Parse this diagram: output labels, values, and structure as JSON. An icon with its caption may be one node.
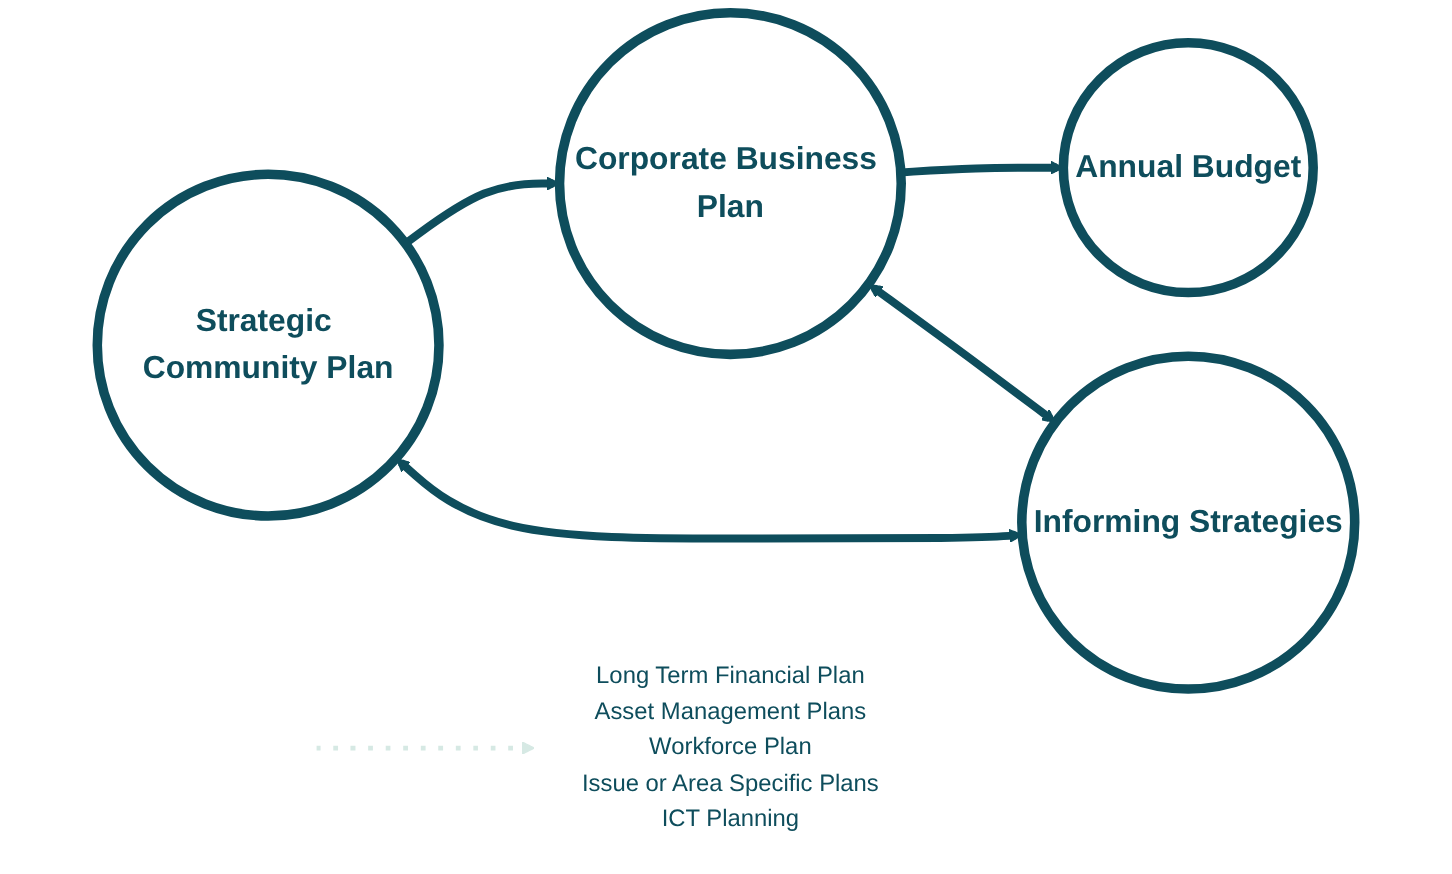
{
  "diagram": {
    "nodes": [
      {
        "text": [
          "Strategic Community Plan"
        ]
      },
      {
        "text": [
          "Corporate Business Plan"
        ]
      },
      {
        "text": [
          "Annual Budget"
        ]
      },
      {
        "text": [
          "Informing Strategies"
        ]
      },
      {
        "text": [
          "Long Term Financial Plan",
          "Asset Management Plans",
          "Workforce Plan",
          "Issue or Area Specific Plans",
          "ICT Planning"
        ]
      }
    ],
    "edges": [
      {
        "from": 0,
        "to": 1,
        "arrow": "to"
      },
      {
        "from": 1,
        "to": 2,
        "arrow": "to"
      },
      {
        "from": 0,
        "to": 3,
        "arrow": "both"
      },
      {
        "from": 1,
        "to": 3,
        "arrow": "both"
      },
      {
        "from": null,
        "to": 4,
        "arrow": "to",
        "style": "dashed",
        "color": "#d6e9e4"
      }
    ]
  }
}
